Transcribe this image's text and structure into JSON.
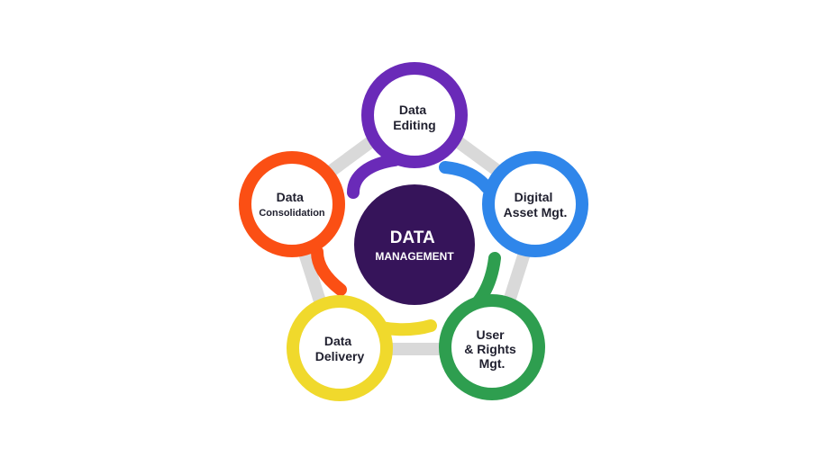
{
  "center": {
    "line1": "DATA",
    "line2": "MANAGEMENT",
    "color": "#36145a"
  },
  "ring_color": "#d9d9d9",
  "nodes": [
    {
      "id": "data-editing",
      "lines": [
        "Data",
        "Editing"
      ],
      "color": "#6a2ab8"
    },
    {
      "id": "digital-asset-mgt",
      "lines": [
        "Digital",
        "Asset Mgt."
      ],
      "color": "#2f86ea"
    },
    {
      "id": "user-rights-mgt",
      "lines": [
        "User",
        "& Rights",
        "Mgt."
      ],
      "color": "#2e9e4f"
    },
    {
      "id": "data-delivery",
      "lines": [
        "Data",
        "Delivery"
      ],
      "color": "#f0d92c"
    },
    {
      "id": "data-consolidation",
      "lines": [
        "Data",
        "Consolidation"
      ],
      "color": "#fb4f14"
    }
  ]
}
